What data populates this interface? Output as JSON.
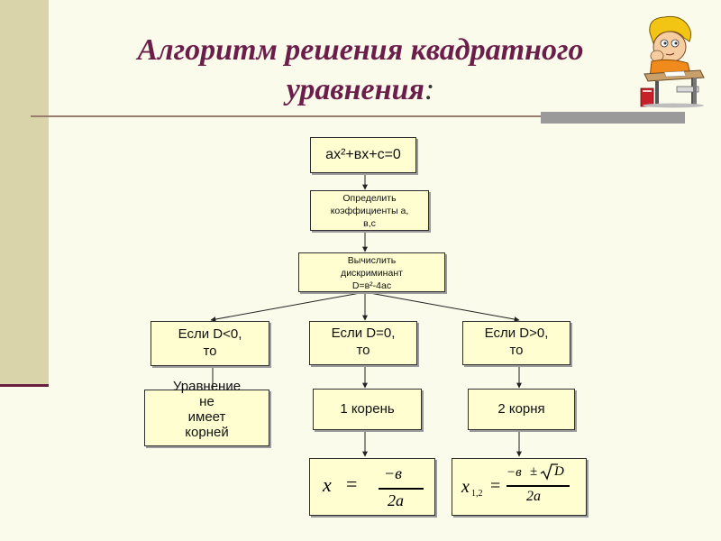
{
  "title": {
    "line1": "Алгоритм решения квадратного",
    "line2": "уравнения",
    "colon": ":"
  },
  "flowchart": {
    "equation": "ax²+вx+c=0",
    "step_coeffs": [
      "Определить",
      "коэффициенты a,",
      "в,c"
    ],
    "step_discriminant": [
      "Вычислить",
      "дискриминант",
      "D=в²-4ac"
    ],
    "cond_neg": [
      "Если D<0,",
      "то"
    ],
    "cond_zero": [
      "Если D=0,",
      "то"
    ],
    "cond_pos": [
      "Если D>0,",
      "то"
    ],
    "result_none": [
      "Уравнение",
      "не",
      "имеет",
      "корней"
    ],
    "result_one": "1 корень",
    "result_two": "2 корня"
  },
  "formulas": {
    "one_root": {
      "lhs": "x",
      "eq": "=",
      "num": "−в",
      "den": "2a"
    },
    "two_roots": {
      "lhs": "x",
      "sub": "1,2",
      "eq": "=",
      "num_b": "−в",
      "pm": "±",
      "sqrt": "D",
      "den": "2a"
    }
  },
  "colors": {
    "title": "#6b1e4a",
    "box_fill": "#fefed1",
    "strip": "#d9d4a9",
    "background": "#fbfbeb"
  },
  "icons": [
    "student-at-desk-icon"
  ]
}
